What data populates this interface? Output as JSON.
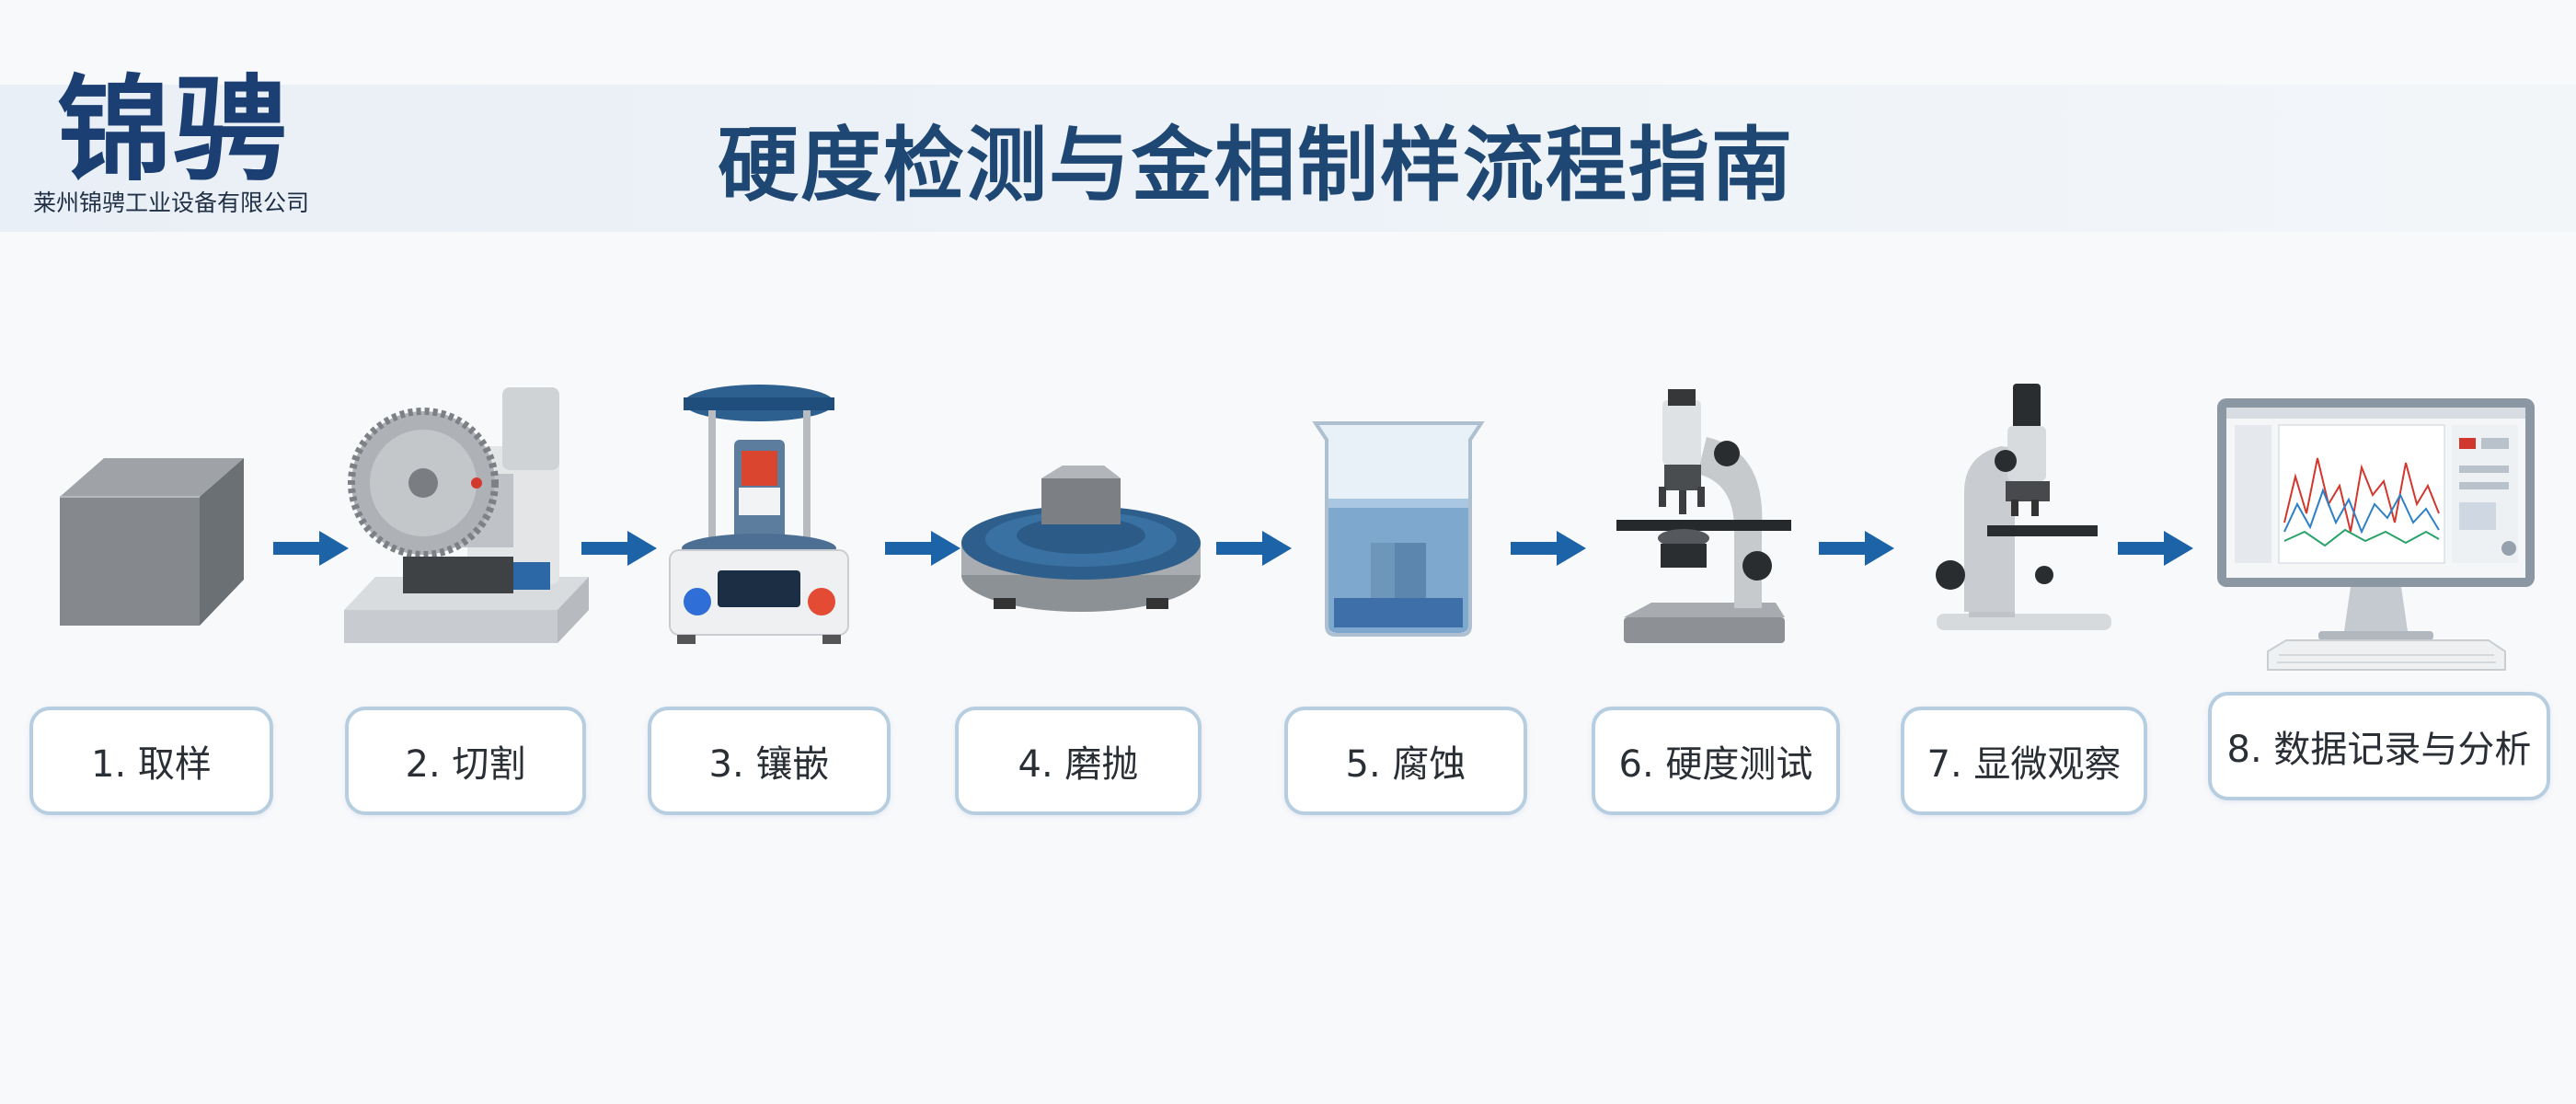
{
  "logo": {
    "mark": "锦骋",
    "company": "莱州锦骋工业设备有限公司"
  },
  "title": "硬度检测与金相制样流程指南",
  "steps": [
    {
      "label": "1. 取样",
      "icon": "metal-block-icon"
    },
    {
      "label": "2. 切割",
      "icon": "cutting-machine-icon"
    },
    {
      "label": "3. 镶嵌",
      "icon": "mounting-press-icon"
    },
    {
      "label": "4. 磨抛",
      "icon": "polishing-machine-icon"
    },
    {
      "label": "5. 腐蚀",
      "icon": "etching-beaker-icon"
    },
    {
      "label": "6. 硬度测试",
      "icon": "hardness-tester-icon"
    },
    {
      "label": "7. 显微观察",
      "icon": "microscope-icon"
    },
    {
      "label": "8. 数据记录与分析",
      "icon": "computer-monitor-icon"
    }
  ],
  "colors": {
    "brand": "#1c3f73",
    "title": "#1f4773",
    "arrow": "#1d63a8",
    "label_border": "#b6cee0"
  }
}
